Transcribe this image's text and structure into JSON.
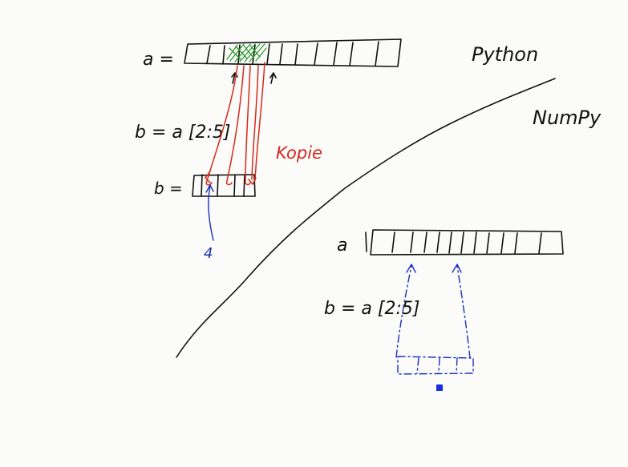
{
  "labels": {
    "a_top": "a =",
    "b_slice_top": "b = a [2:5]",
    "b_result": "b =",
    "kopie": "Kopie",
    "note_4": "4",
    "python": "Python",
    "numpy": "NumPy",
    "a_bottom": "a",
    "b_slice_bottom": "b = a [2:5]"
  },
  "colors": {
    "ink": "#111111",
    "copy_red": "#d42a1a",
    "view_blue": "#1a2fb8",
    "highlight_green": "#2e9a2e",
    "cursor_blue": "#1a2fdb"
  }
}
